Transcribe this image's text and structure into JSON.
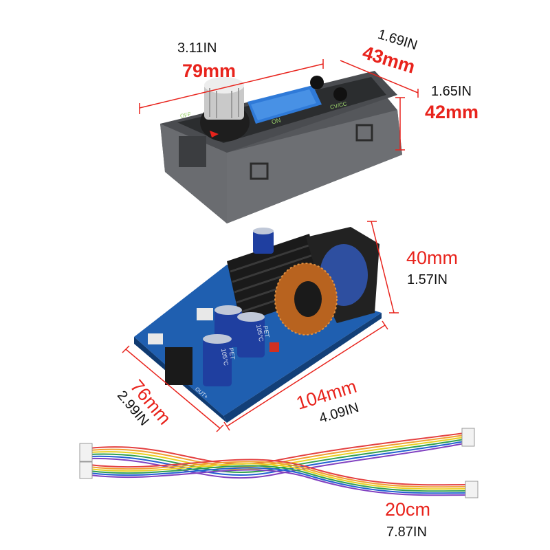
{
  "dimensions": {
    "display_length": {
      "mm": "79mm",
      "inch": "3.11IN"
    },
    "display_width": {
      "mm": "43mm",
      "inch": "1.69IN"
    },
    "display_height": {
      "mm": "42mm",
      "inch": "1.65IN"
    },
    "board_height": {
      "mm": "40mm",
      "inch": "1.57IN"
    },
    "board_length": {
      "mm": "104mm",
      "inch": "4.09IN"
    },
    "board_width": {
      "mm": "76mm",
      "inch": "2.99IN"
    },
    "cable_length": {
      "cm": "20cm",
      "inch": "7.87IN"
    }
  },
  "display_panel": {
    "left_label": "OFF",
    "middle_label": "ON",
    "right_label": "CV/CC"
  },
  "capacitor_labels": [
    "105°C",
    "PET",
    "105°C",
    "PET"
  ],
  "board_label": "OUT+",
  "colors": {
    "accent_red": "#e8231c",
    "text_dark": "#111111",
    "pcb_blue": "#1f5fb0",
    "housing_gray": "#5a5c60"
  }
}
